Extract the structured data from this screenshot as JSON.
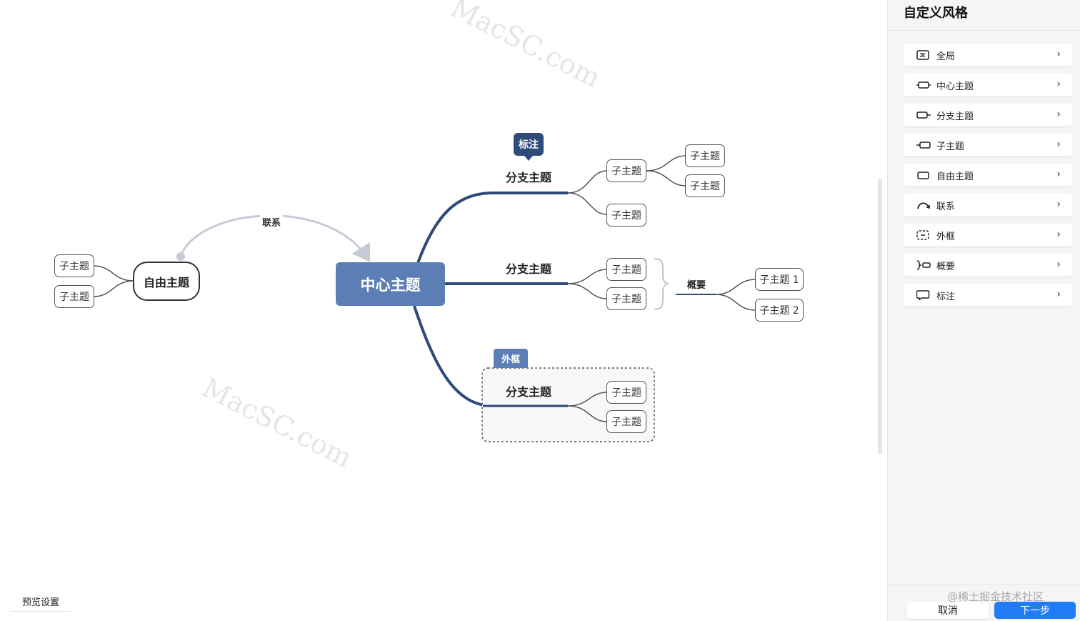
{
  "window": {
    "traffic_lights": {
      "close": "#fe5f57",
      "minimize": "#febc2e",
      "maximize": "#28c840"
    }
  },
  "canvas": {
    "central_topic": "中心主题",
    "free_topic": "自由主题",
    "relationship_label": "联系",
    "callout_label": "标注",
    "boundary_label": "外框",
    "summary_label": "概要",
    "branches": [
      {
        "label": "分支主题"
      },
      {
        "label": "分支主题"
      },
      {
        "label": "分支主题"
      }
    ],
    "subtopics": {
      "b1": [
        "子主题",
        "子主题"
      ],
      "b1_nested": [
        "子主题",
        "子主题"
      ],
      "b2": [
        "子主题",
        "子主题"
      ],
      "b3": [
        "子主题",
        "子主题"
      ],
      "free": [
        "子主题",
        "子主题"
      ],
      "summary": [
        "子主题 1",
        "子主题 2"
      ]
    },
    "watermark": "MacSC.com",
    "preview_button": "预览设置",
    "colors": {
      "central": "#5b7fb4",
      "branch_line": "#2e4a78",
      "callout": "#2e4a78",
      "relationship": "#c5ccd8"
    }
  },
  "panel": {
    "title": "自定义风格",
    "items": [
      {
        "label": "全局",
        "icon": "global-icon"
      },
      {
        "label": "中心主题",
        "icon": "central-topic-icon"
      },
      {
        "label": "分支主题",
        "icon": "branch-topic-icon"
      },
      {
        "label": "子主题",
        "icon": "subtopic-icon"
      },
      {
        "label": "自由主题",
        "icon": "free-topic-icon"
      },
      {
        "label": "联系",
        "icon": "relationship-icon"
      },
      {
        "label": "外框",
        "icon": "boundary-icon"
      },
      {
        "label": "概要",
        "icon": "summary-icon"
      },
      {
        "label": "标注",
        "icon": "callout-icon"
      }
    ],
    "chevron": "›",
    "cancel": "取消",
    "next": "下一步",
    "primary_color": "#1f7cf6"
  },
  "credit": "@稀土掘金技术社区"
}
